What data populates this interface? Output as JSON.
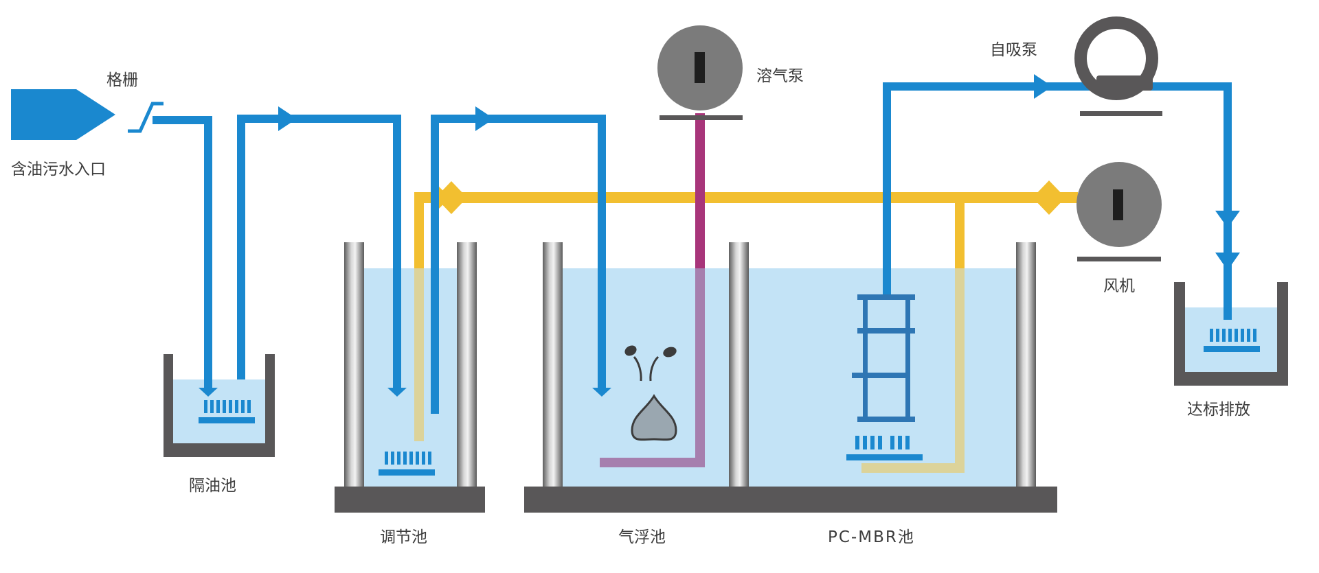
{
  "labels": {
    "inlet": "含油污水入口",
    "screen": "格栅",
    "oil_separator": "隔油池",
    "equalization_tank": "调节池",
    "flotation_tank": "气浮池",
    "mbr_tank": "PC-MBR池",
    "dissolved_air_pump": "溶气泵",
    "self_priming_pump": "自吸泵",
    "blower": "风机",
    "discharge": "达标排放"
  },
  "colors": {
    "water_line": "#1a88cf",
    "air_line": "#f2bf30",
    "air_line_submerged": "#dcd39a",
    "gas_line": "#a8357a",
    "gas_line_submerged": "#a67fae",
    "tank_water": "#c3e3f6",
    "tank_wall": "#595758",
    "equipment": "#7b7b7b",
    "membrane_frame": "#2e76b4",
    "label_text": "#3c3c3c"
  },
  "icons": {
    "inlet": "arrow-pentagon-icon",
    "screen": "screen-grille-icon",
    "dissolved_air_pump": "centrifugal-pump-icon",
    "self_priming_pump": "self-priming-pump-icon",
    "blower": "blower-fan-icon",
    "flotation": "oil-droplet-icon",
    "membrane": "membrane-module-icon",
    "diffuser": "aeration-diffuser-icon"
  }
}
